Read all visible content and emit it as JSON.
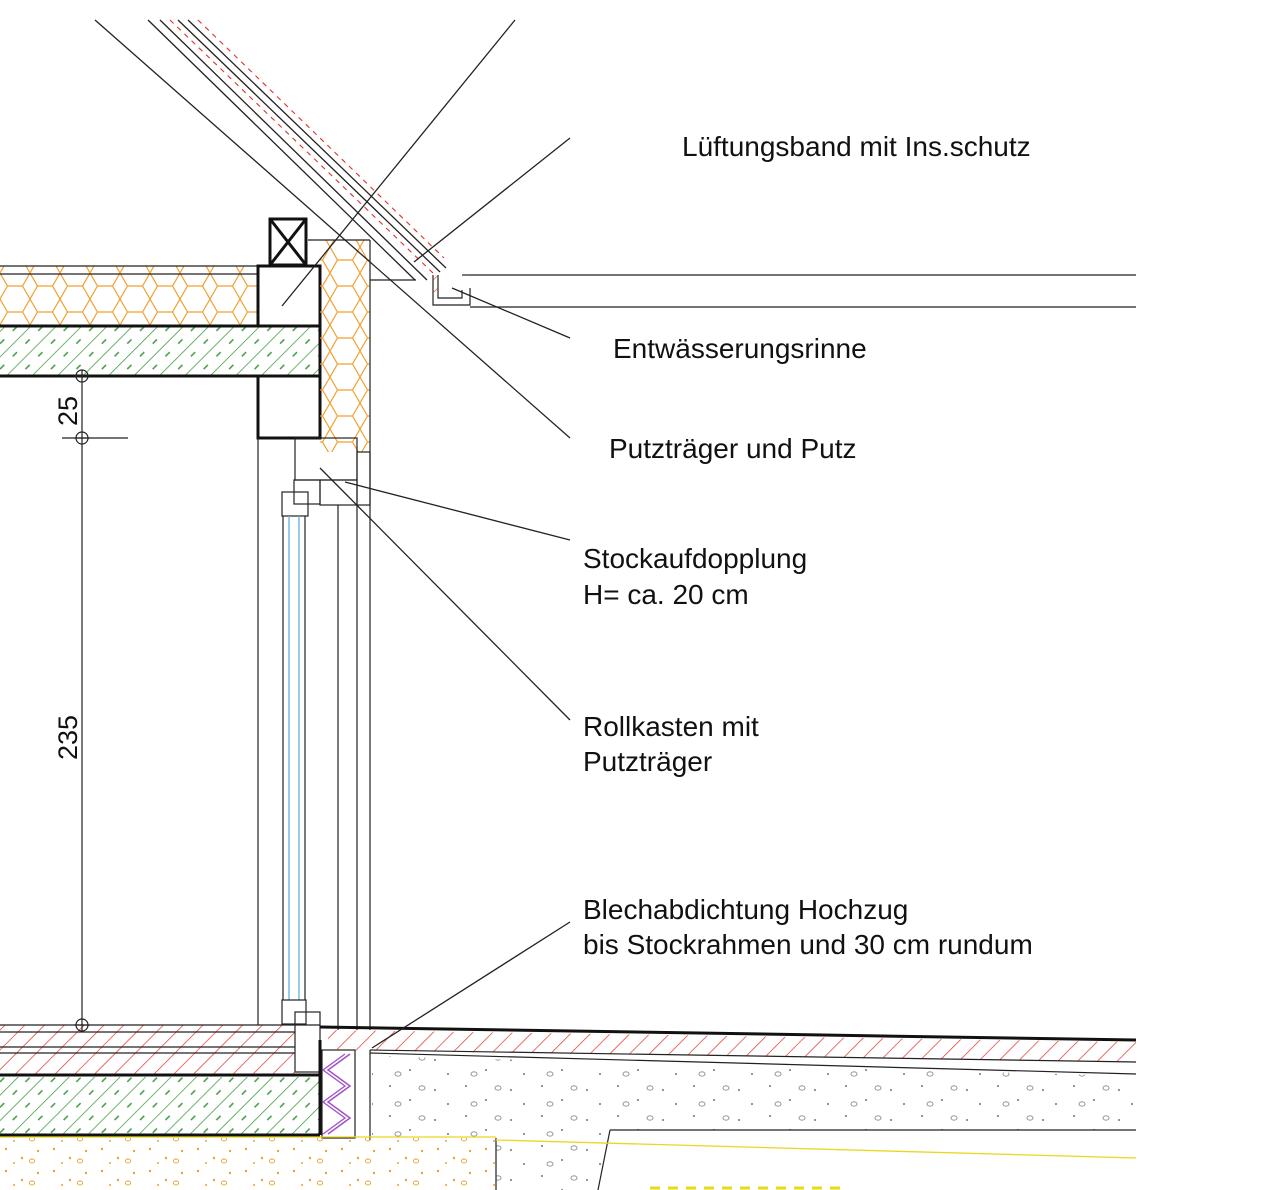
{
  "labels": {
    "lueftungsband": "Lüftungsband mit Ins.schutz",
    "entwaesserung": "Entwässerungsrinne",
    "putztraeger": "Putzträger und Putz",
    "stock_line1": "Stockaufdopplung",
    "stock_line2": "H= ca. 20 cm",
    "rollkasten_line1": "Rollkasten mit",
    "rollkasten_line2": "Putzträger",
    "blech_line1": "Blechabdichtung Hochzug",
    "blech_line2": "bis Stockrahmen und 30 cm rundum"
  },
  "dimensions": {
    "top_dim": "25",
    "main_dim": "235"
  },
  "colors": {
    "red_hatch": "#e0302a",
    "green_hatch": "#3c9a3c",
    "insulation_orange": "#f0a030",
    "glass_blue": "#5ab4e0",
    "seal_purple": "#a050c8",
    "gravel_gray": "#8a8a8a",
    "yellow_line": "#e8d820"
  }
}
